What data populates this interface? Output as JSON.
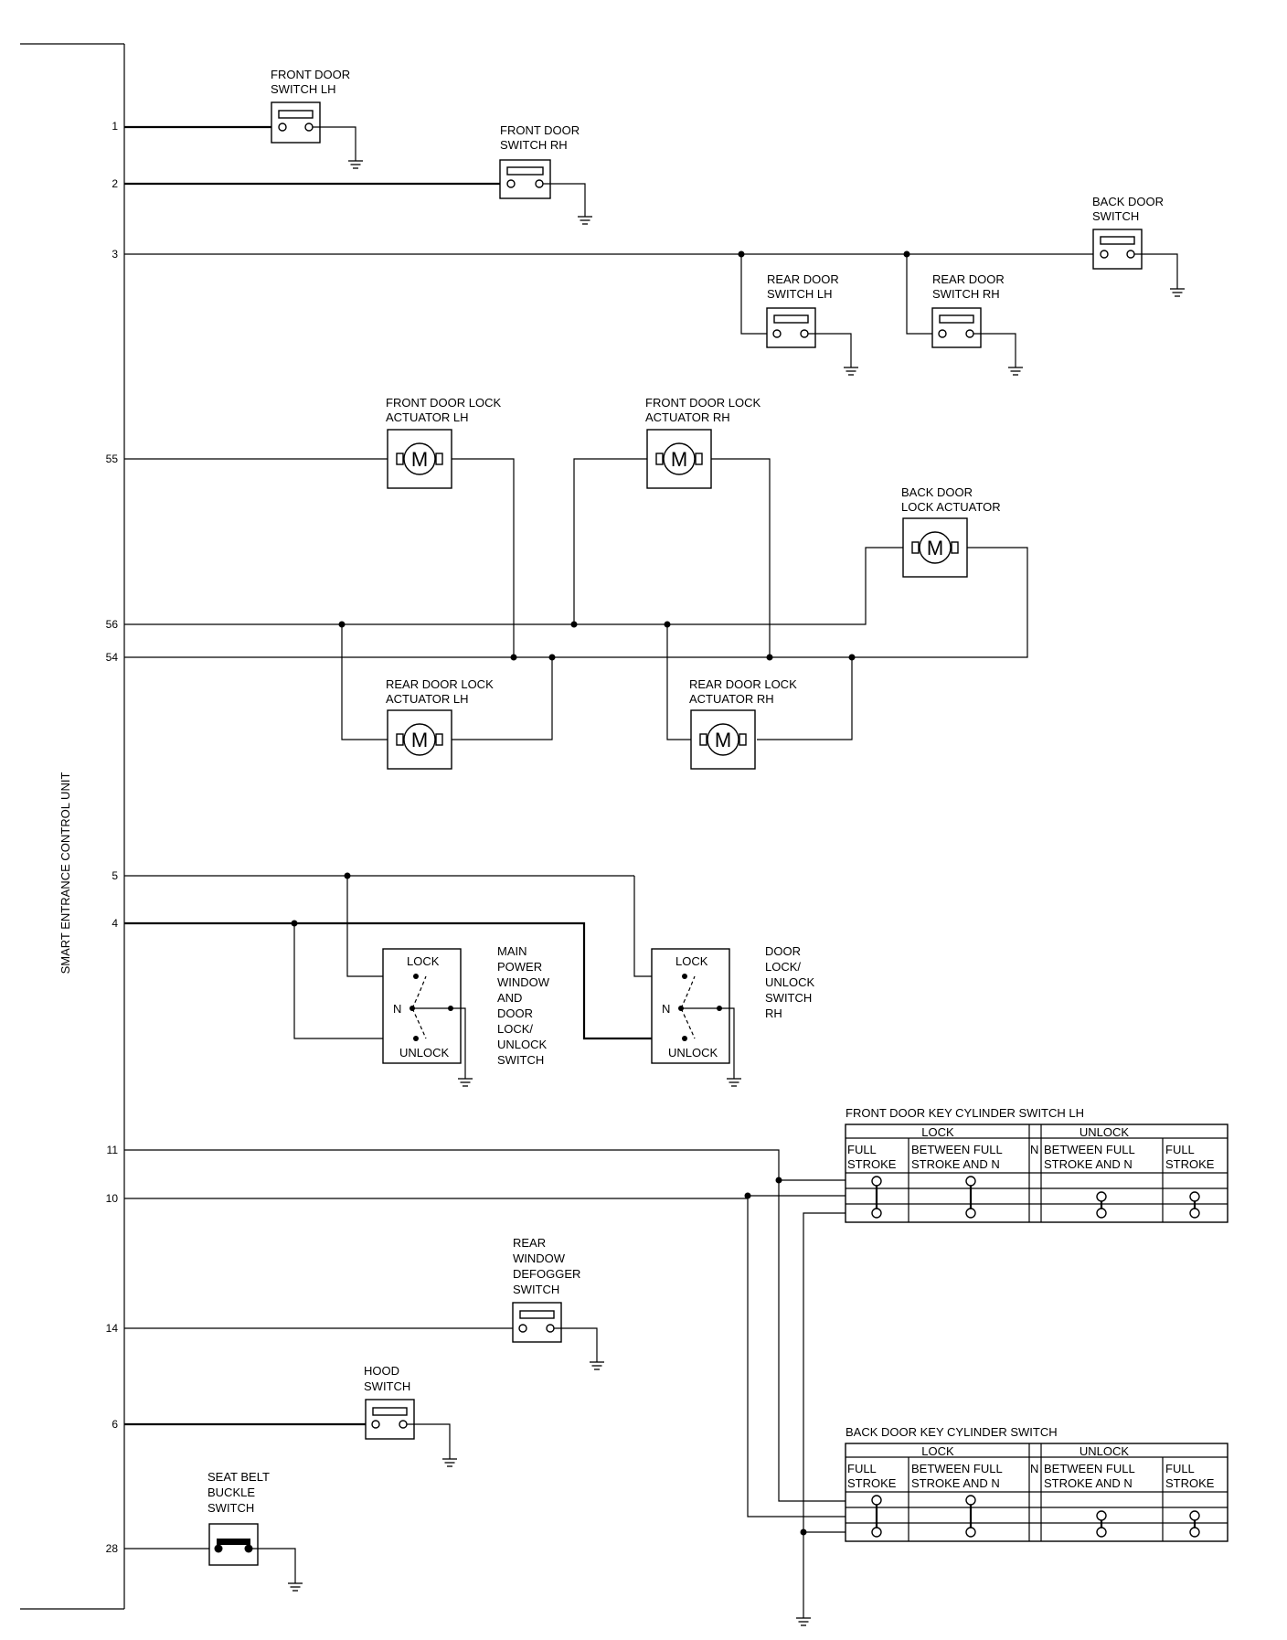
{
  "unit_label": "SMART ENTRANCE CONTROL UNIT",
  "pins": {
    "p1": "1",
    "p2": "2",
    "p3": "3",
    "p55": "55",
    "p56": "56",
    "p54": "54",
    "p5": "5",
    "p4": "4",
    "p11": "11",
    "p10": "10",
    "p14": "14",
    "p6": "6",
    "p28": "28"
  },
  "door_switches": {
    "front_lh": [
      "FRONT DOOR",
      "SWITCH LH"
    ],
    "front_rh": [
      "FRONT DOOR",
      "SWITCH RH"
    ],
    "back": [
      "BACK DOOR",
      "SWITCH"
    ],
    "rear_lh": [
      "REAR DOOR",
      "SWITCH LH"
    ],
    "rear_rh": [
      "REAR DOOR",
      "SWITCH RH"
    ]
  },
  "actuators": {
    "front_lh": [
      "FRONT DOOR LOCK",
      "ACTUATOR LH"
    ],
    "front_rh": [
      "FRONT DOOR LOCK",
      "ACTUATOR RH"
    ],
    "back": [
      "BACK DOOR",
      "LOCK ACTUATOR"
    ],
    "rear_lh": [
      "REAR DOOR LOCK",
      "ACTUATOR LH"
    ],
    "rear_rh": [
      "REAR DOOR LOCK",
      "ACTUATOR RH"
    ],
    "motor_symbol": "M"
  },
  "lock_switches": {
    "main": [
      "MAIN",
      "POWER",
      "WINDOW",
      "AND",
      "DOOR",
      "LOCK/",
      "UNLOCK",
      "SWITCH"
    ],
    "rh": [
      "DOOR",
      "LOCK/",
      "UNLOCK",
      "SWITCH",
      "RH"
    ],
    "lock": "LOCK",
    "unlock": "UNLOCK",
    "n": "N"
  },
  "other_switches": {
    "defogger": [
      "REAR",
      "WINDOW",
      "DEFOGGER",
      "SWITCH"
    ],
    "hood": [
      "HOOD",
      "SWITCH"
    ],
    "seatbelt": [
      "SEAT BELT",
      "BUCKLE",
      "SWITCH"
    ]
  },
  "key_tables": {
    "front": {
      "title": "FRONT DOOR KEY CYLINDER SWITCH LH"
    },
    "back": {
      "title": "BACK DOOR KEY CYLINDER SWITCH"
    },
    "lock": "LOCK",
    "unlock": "UNLOCK",
    "n": "N",
    "full": [
      "FULL",
      "STROKE"
    ],
    "between": [
      "BETWEEN FULL",
      "STROKE AND N"
    ]
  }
}
